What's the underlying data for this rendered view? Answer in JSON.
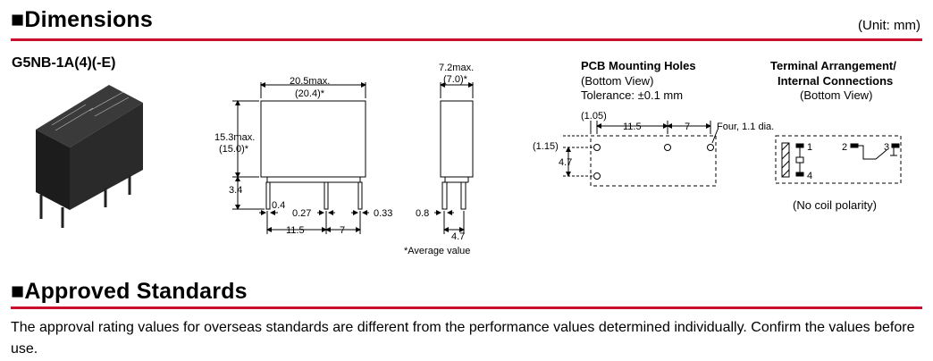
{
  "section1": {
    "title": "Dimensions",
    "unit": "(Unit: mm)",
    "model": "G5NB-1A(4)(-E)"
  },
  "front": {
    "width": "20.5max.",
    "width_avg": "(20.4)*",
    "height": "15.3max.",
    "height_avg": "(15.0)*",
    "pin_len": "3.4",
    "pin_w": "0.4",
    "pin_t1": "0.27",
    "pin_t2": "0.33",
    "span1": "11.5",
    "span2": "7"
  },
  "side": {
    "width": "7.2max.",
    "width_avg": "(7.0)*",
    "pin_w": "0.8",
    "pitch": "4.7"
  },
  "footnote": "*Average value",
  "pcb": {
    "title": "PCB Mounting Holes",
    "view": "(Bottom View)",
    "tol": "Tolerance: ±0.1 mm",
    "off_x": "(1.05)",
    "off_y": "(1.15)",
    "span1": "11.5",
    "span2": "7",
    "pitch": "4.7",
    "holes": "Four, 1.1 dia."
  },
  "term": {
    "title1": "Terminal Arrangement/",
    "title2": "Internal Connections",
    "view": "(Bottom View)",
    "t1": "1",
    "t2": "2",
    "t3": "3",
    "t4": "4",
    "note": "(No coil polarity)"
  },
  "section2": {
    "title": "Approved Standards",
    "text": "The approval rating values for overseas standards are different from the performance values determined individually. Confirm the values before use."
  }
}
